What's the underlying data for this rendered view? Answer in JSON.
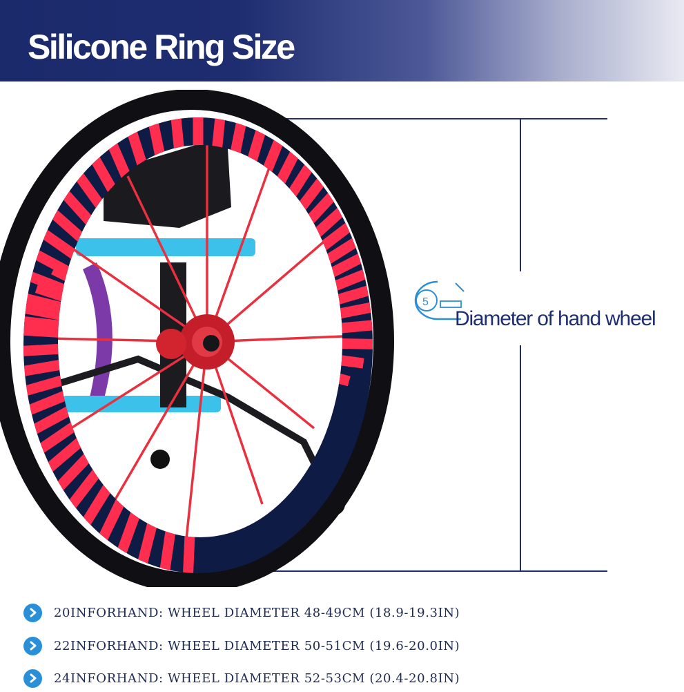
{
  "header": {
    "title": "Silicone Ring Size"
  },
  "figure": {
    "diameter_label": "Diameter of hand wheel",
    "measure_icon": "tape-measure-icon"
  },
  "specs": [
    {
      "text": "20INFORHAND: WHEEL DIAMETER 48-49CM (18.9-19.3IN)"
    },
    {
      "text": "22INFORHAND: WHEEL DIAMETER 50-51CM (19.6-20.0IN)"
    },
    {
      "text": "24INFORHAND: WHEEL DIAMETER 52-53CM (20.4-20.8IN)"
    }
  ],
  "colors": {
    "banner": "#1b2a6b",
    "accent_blue": "#2b8fd8",
    "ring_navy": "#0e1b45",
    "ring_red": "#ff2e4f",
    "frame_blue": "#3cc2ea"
  }
}
